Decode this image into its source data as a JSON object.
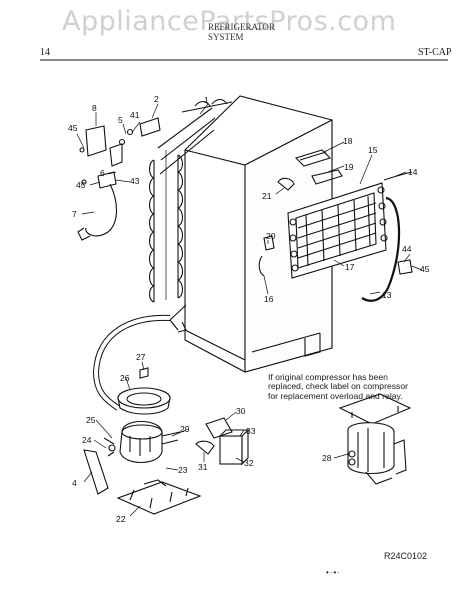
{
  "watermark": "AppliancePartsPros.com",
  "header": {
    "page_number": "14",
    "model_code": "ST-CAP",
    "sub_line_1": "REFRIGERATOR",
    "sub_line_2": "SYSTEM"
  },
  "note": "If original compressor has been replaced, check label on compressor for replacement overload and relay.",
  "figure_code": "R24C0102",
  "footer_dots": "•·•·",
  "callouts": {
    "c1": "1",
    "c2": "2",
    "c4": "4",
    "c5": "5",
    "c6": "6",
    "c7": "7",
    "c8": "8",
    "c13": "13",
    "c14": "14",
    "c15": "15",
    "c16": "16",
    "c17": "17",
    "c18": "18",
    "c19": "19",
    "c20": "20",
    "c21": "21",
    "c22": "22",
    "c23": "23",
    "c24": "24",
    "c25": "25",
    "c26": "26",
    "c27": "27",
    "c28": "28",
    "c29": "29",
    "c30": "30",
    "c31": "31",
    "c32": "32",
    "c33": "33",
    "c41": "41",
    "c43": "43",
    "c44": "44",
    "c45a": "45",
    "c45b": "45",
    "c45c": "45"
  }
}
